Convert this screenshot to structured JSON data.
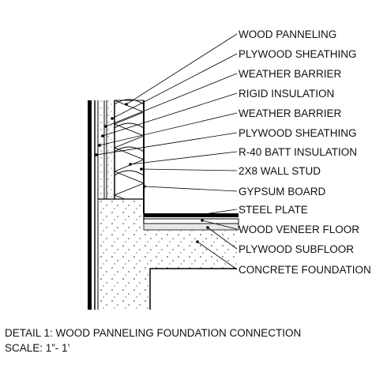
{
  "labels": [
    "WOOD PANNELING",
    "PLYWOOD SHEATHING",
    "WEATHER BARRIER",
    "RIGID INSULATION",
    "WEATHER BARRIER",
    "PLYWOOD SHEATHING",
    "R-40 BATT INSULATION",
    "2X8 WALL STUD",
    "GYPSUM BOARD",
    "STEEL PLATE",
    "WOOD VENEER FLOOR",
    "PLYWOOD SUBFLOOR",
    "CONCRETE FOUNDATION"
  ],
  "caption": {
    "title": "DETAIL 1: WOOD PANNELING FOUNDATION CONNECTION",
    "scale": "SCALE: 1”- 1’"
  }
}
